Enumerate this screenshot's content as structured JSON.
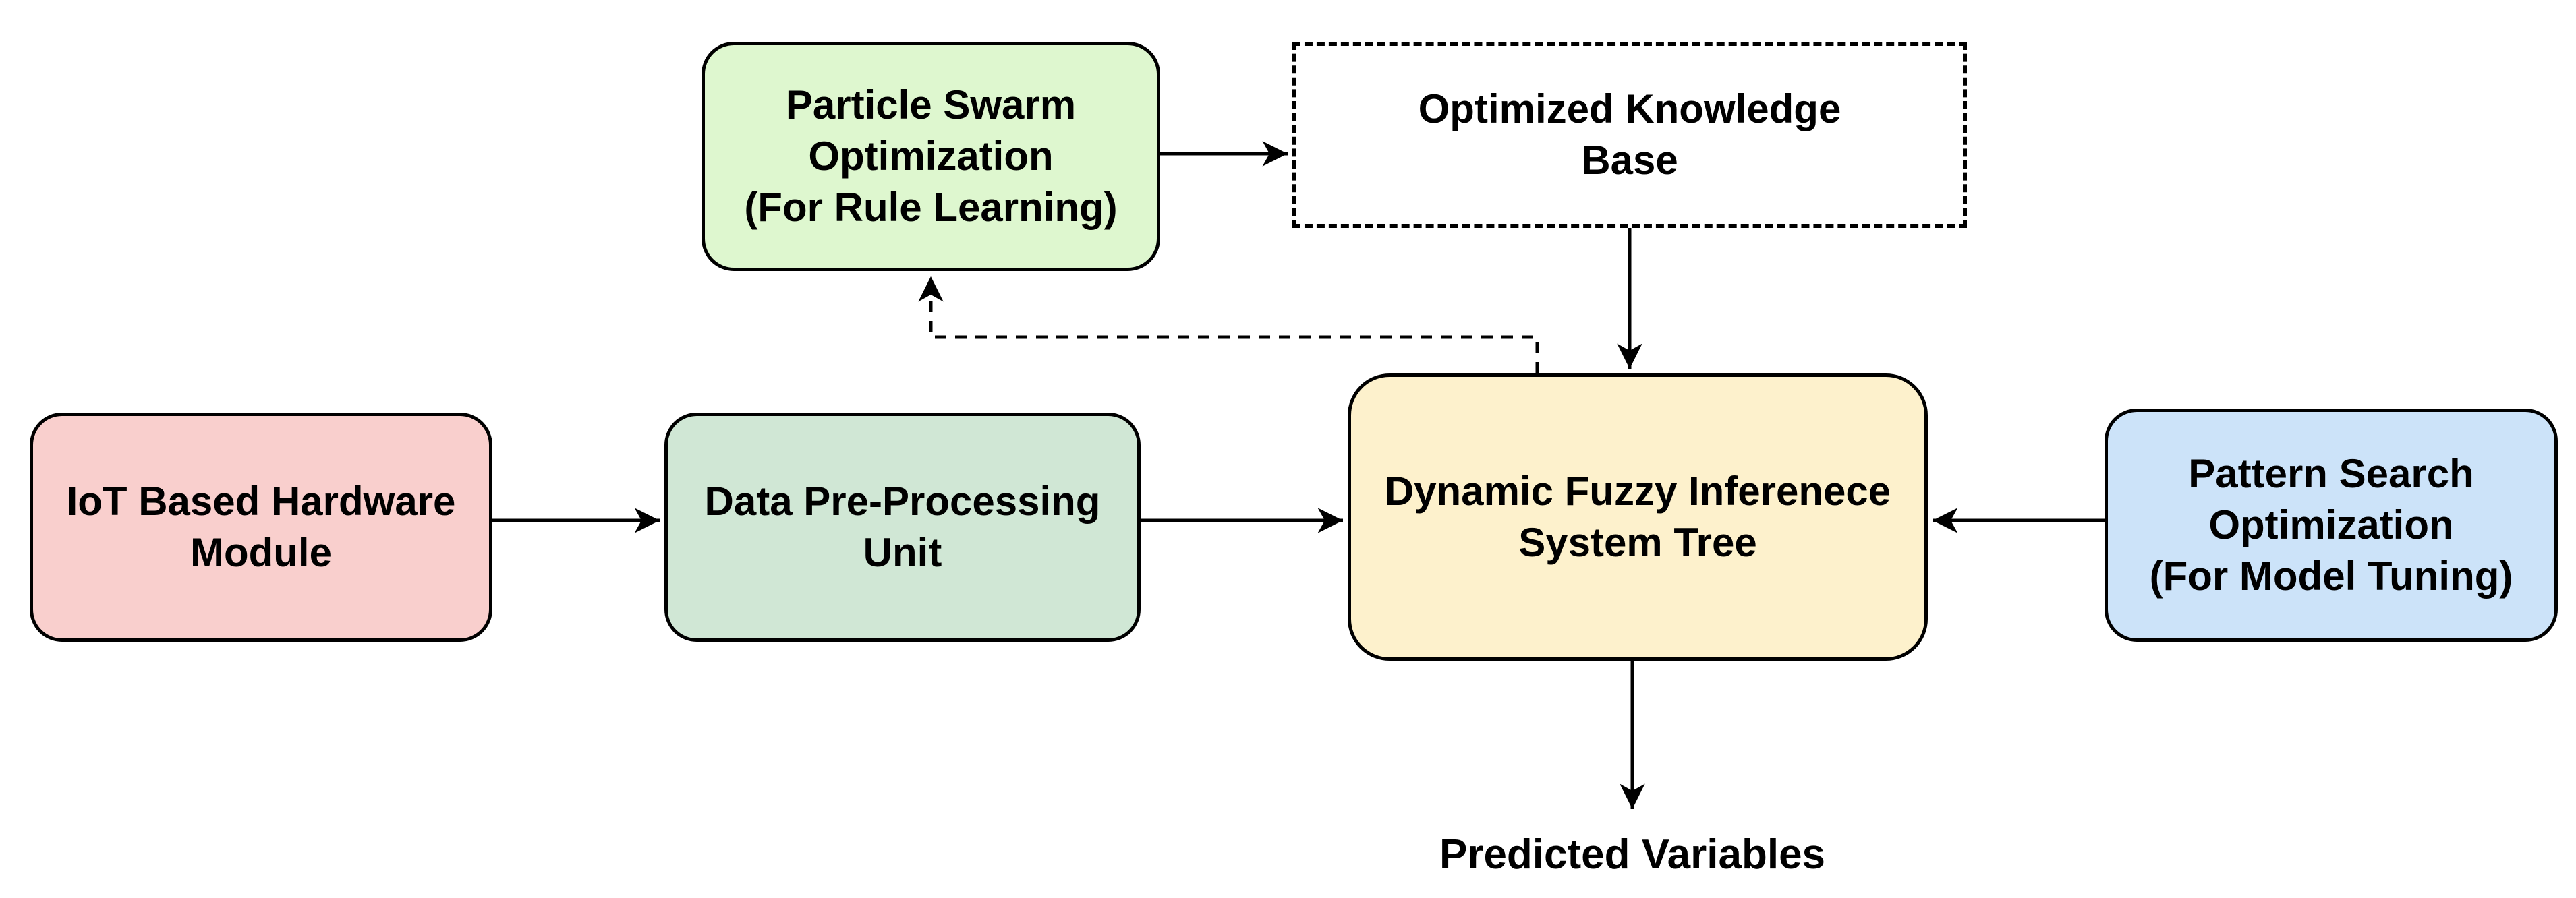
{
  "diagram": {
    "background_color": "#ffffff",
    "line_color": "#000000",
    "text_color": "#000000",
    "nodes": {
      "particle_swarm": {
        "label": "Particle Swarm\nOptimization\n(For Rule Learning)",
        "fill": "#def7cf",
        "border": "solid"
      },
      "optimized_knowledge_base": {
        "label": "Optimized Knowledge\nBase",
        "fill": "#ffffff",
        "border": "dashed"
      },
      "iot_hardware": {
        "label": "IoT Based Hardware\nModule",
        "fill": "#f9cfcd",
        "border": "solid"
      },
      "data_preprocessing": {
        "label": "Data Pre-Processing\nUnit",
        "fill": "#d0e7d5",
        "border": "solid"
      },
      "fuzzy_inference_tree": {
        "label": "Dynamic Fuzzy Inferenece\nSystem Tree",
        "fill": "#fdf1cc",
        "border": "solid"
      },
      "pattern_search": {
        "label": "Pattern Search\nOptimization\n(For Model Tuning)",
        "fill": "#cce3f9",
        "border": "solid"
      },
      "predicted_variables": {
        "label": "Predicted Variables"
      }
    },
    "edges": [
      {
        "from": "iot_hardware",
        "to": "data_preprocessing",
        "style": "solid"
      },
      {
        "from": "data_preprocessing",
        "to": "fuzzy_inference_tree",
        "style": "solid"
      },
      {
        "from": "pattern_search",
        "to": "fuzzy_inference_tree",
        "style": "solid"
      },
      {
        "from": "particle_swarm",
        "to": "optimized_knowledge_base",
        "style": "solid"
      },
      {
        "from": "optimized_knowledge_base",
        "to": "fuzzy_inference_tree",
        "style": "solid"
      },
      {
        "from": "fuzzy_inference_tree",
        "to": "predicted_variables",
        "style": "solid"
      },
      {
        "from": "fuzzy_inference_tree",
        "to": "particle_swarm",
        "style": "dashed"
      }
    ]
  }
}
